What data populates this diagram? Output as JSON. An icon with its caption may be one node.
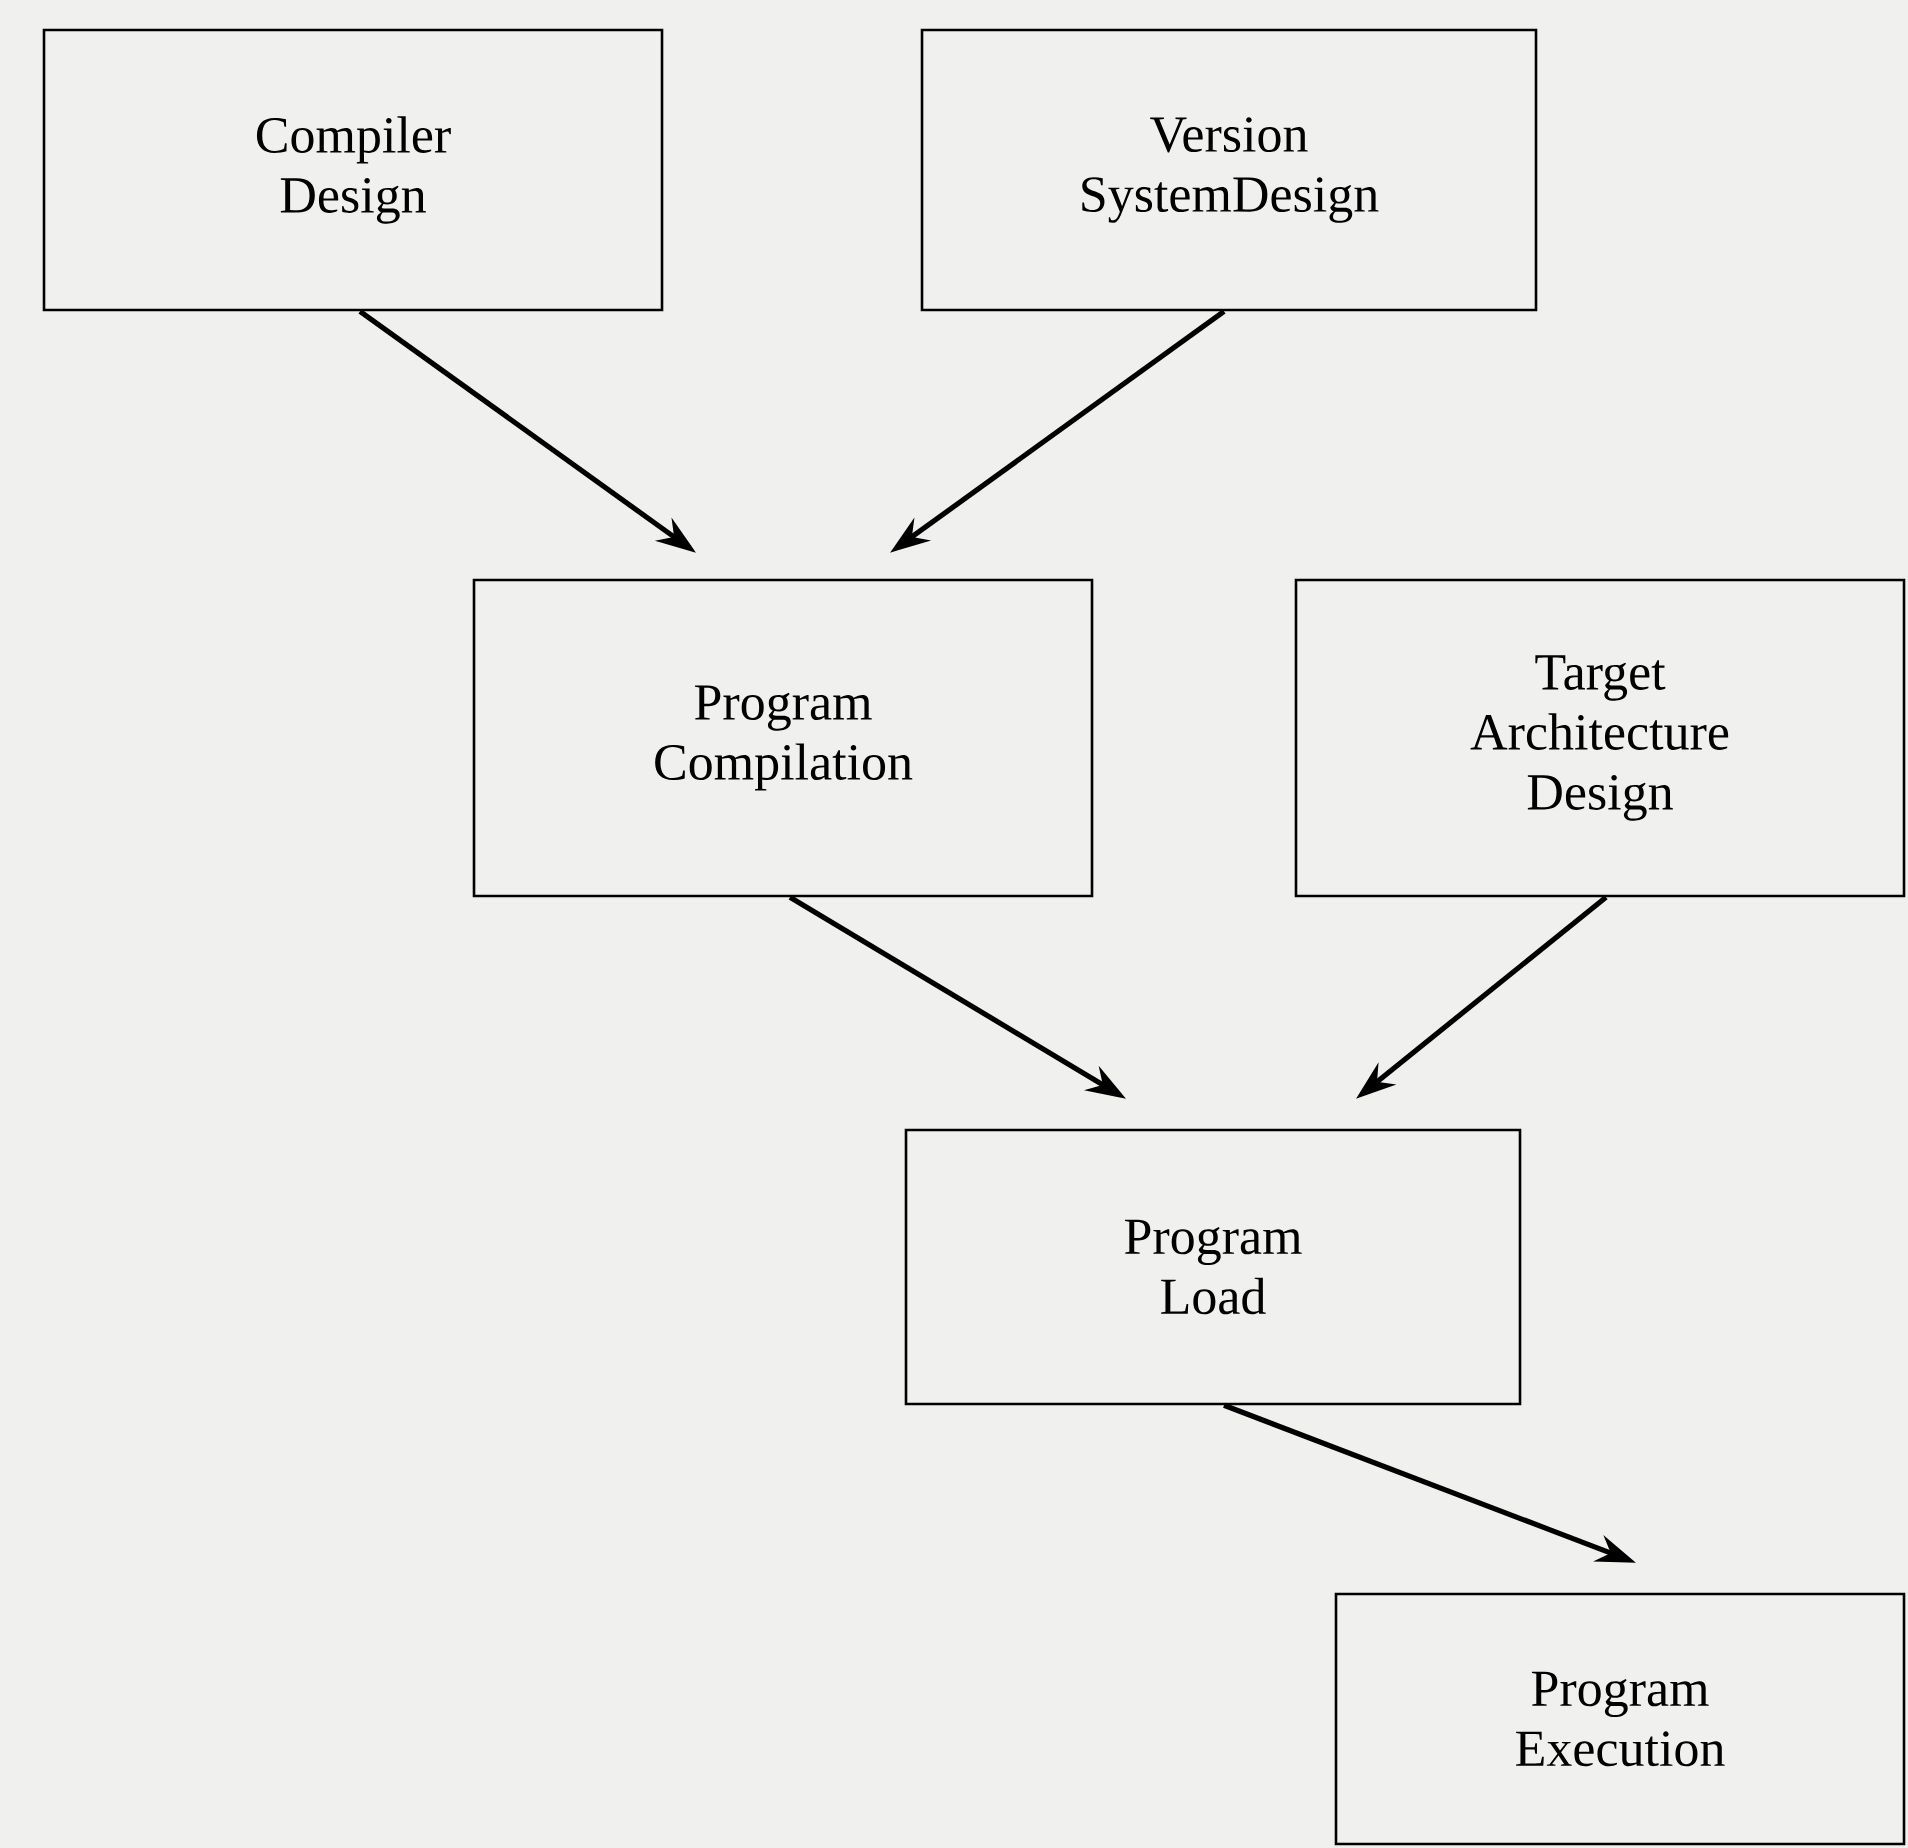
{
  "diagram": {
    "nodes": [
      {
        "text": [
          "Compiler Design"
        ]
      },
      {
        "text": [
          "Version SystemDesign"
        ]
      },
      {
        "text": [
          "Program Compilation"
        ]
      },
      {
        "text": [
          "Target Architecture Design"
        ]
      },
      {
        "text": [
          "Program Load"
        ]
      },
      {
        "text": [
          "Program Execution"
        ]
      }
    ],
    "edges": [
      {
        "from": 0,
        "to": 2,
        "arrow": "to"
      },
      {
        "from": 1,
        "to": 2,
        "arrow": "to"
      },
      {
        "from": 2,
        "to": 4,
        "arrow": "to"
      },
      {
        "from": 3,
        "to": 4,
        "arrow": "to"
      },
      {
        "from": 4,
        "to": 5,
        "arrow": "to"
      }
    ]
  }
}
